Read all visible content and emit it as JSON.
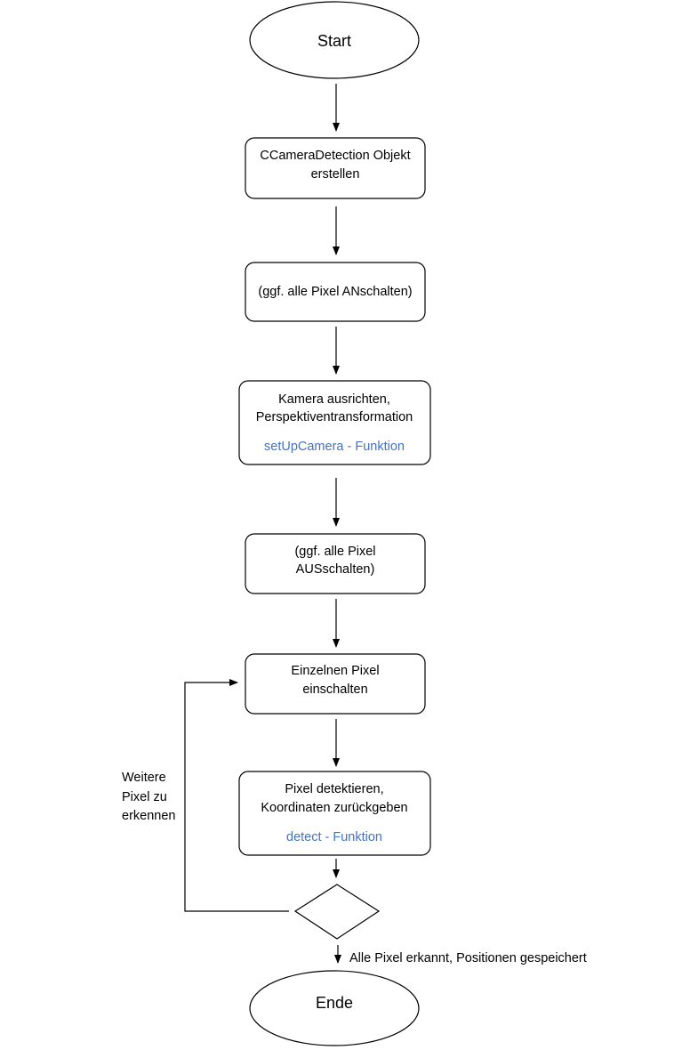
{
  "colors": {
    "function_label": "#4472c4",
    "stroke": "#000000",
    "background": "#ffffff"
  },
  "nodes": {
    "start": {
      "label": "Start"
    },
    "create_object": {
      "line1": "CCameraDetection Objekt",
      "line2": "erstellen"
    },
    "pixels_on": {
      "line1": "(ggf. alle Pixel ANschalten)"
    },
    "align_camera": {
      "line1": "Kamera ausrichten,",
      "line2": "Perspektiventransformation",
      "func": "setUpCamera - Funktion"
    },
    "pixels_off": {
      "line1": "(ggf. alle Pixel",
      "line2": "AUSschalten)"
    },
    "single_pixel": {
      "line1": "Einzelnen Pixel",
      "line2": "einschalten"
    },
    "detect_pixel": {
      "line1": "Pixel detektieren,",
      "line2": "Koordinaten zurückgeben",
      "func": "detect - Funktion"
    },
    "decision": {
      "label": ""
    },
    "end": {
      "label": "Ende"
    }
  },
  "edges": {
    "loop_label": {
      "line1": "Weitere",
      "line2": "Pixel zu",
      "line3": "erkennen"
    },
    "exit_label": "Alle Pixel erkannt, Positionen gespeichert"
  }
}
